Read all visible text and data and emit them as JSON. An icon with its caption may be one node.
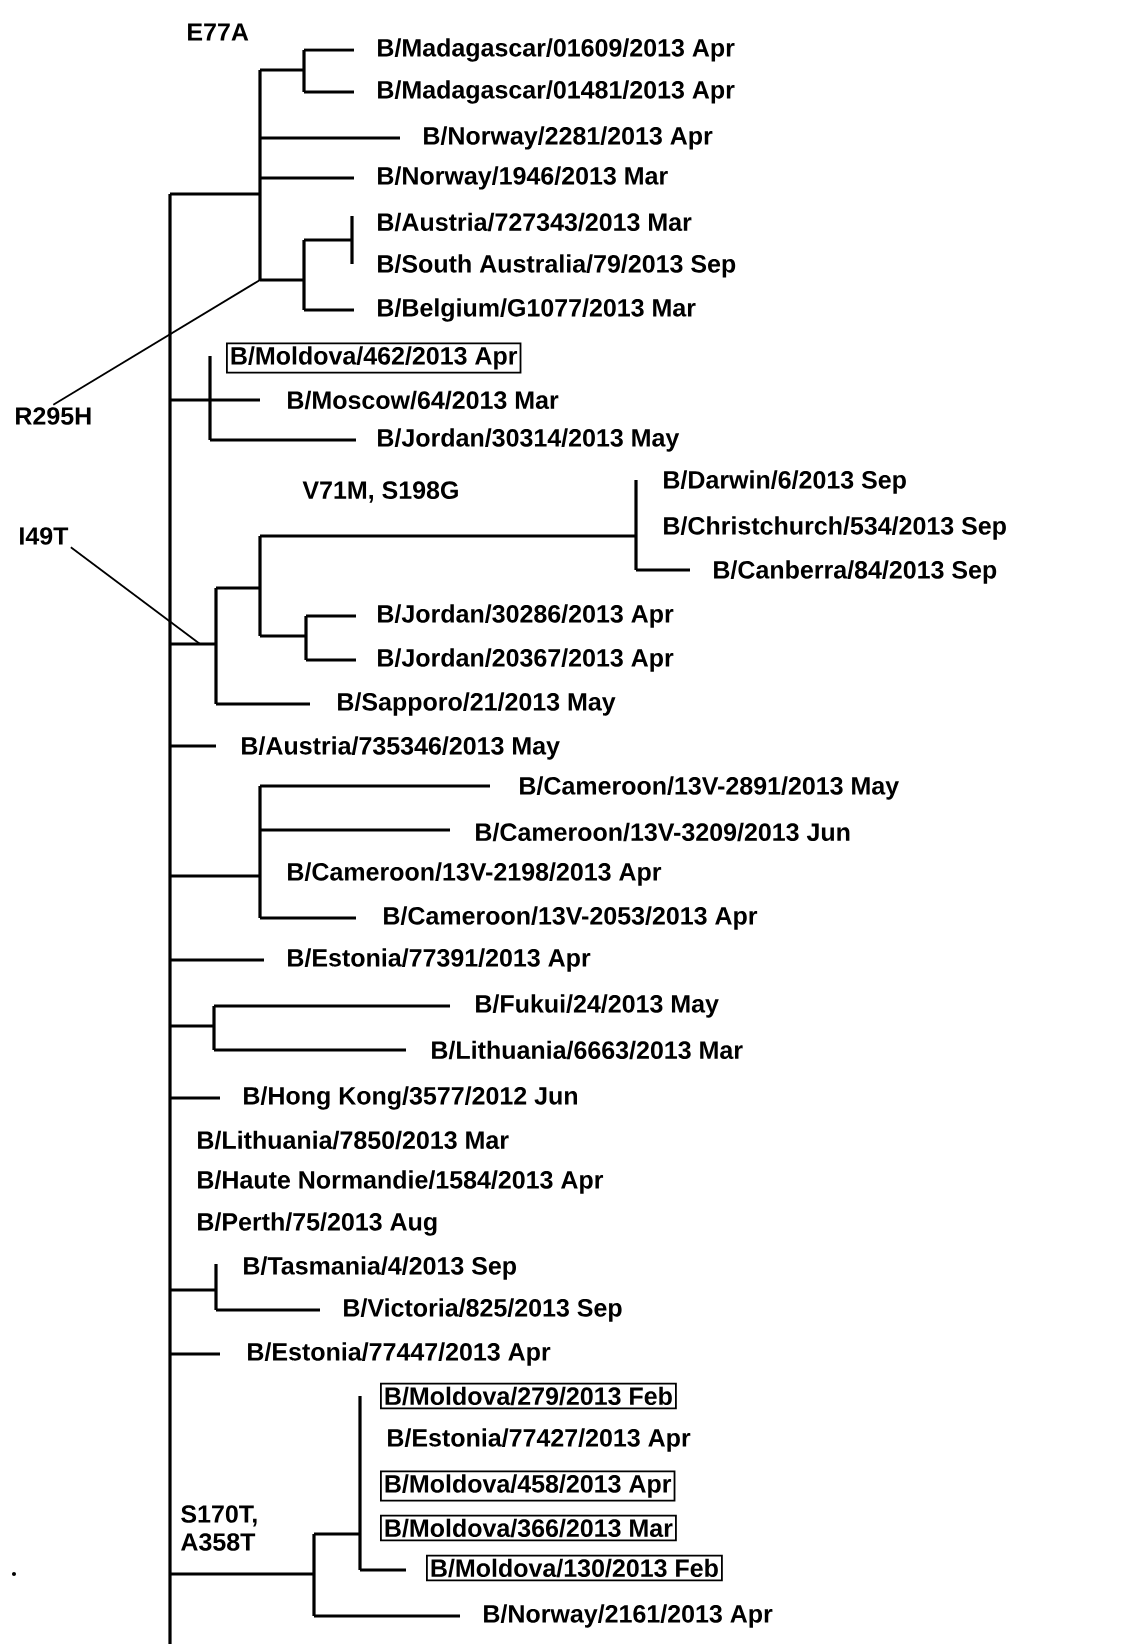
{
  "diagram": {
    "nodes": [
      {
        "text": [
          "B/Moldova/462/2013 Apr"
        ]
      },
      {
        "text": [
          "R295H"
        ]
      },
      {
        "text": [
          "I49T"
        ]
      },
      {
        "text": [
          "B/Moldova/279/2013 Feb"
        ]
      },
      {
        "text": [
          "B/Moldova/458/2013 Apr"
        ]
      },
      {
        "text": [
          "B/Moldova/366/2013 Mar"
        ]
      },
      {
        "text": [
          "B/Moldova/130/2013 Feb"
        ]
      }
    ],
    "edges": [
      {
        "from": 1,
        "to": null,
        "arrow": "none"
      },
      {
        "from": 2,
        "to": null,
        "arrow": "none"
      }
    ],
    "labels": [
      "E77A",
      "B/Madagascar/01609/2013 Apr",
      "B/Madagascar/01481/2013 Apr",
      "B/Norway/2281/2013 Apr",
      "B/Norway/1946/2013 Mar",
      "B/Austria/727343/2013 Mar",
      "B/South Australia/79/2013 Sep",
      "B/Belgium/G1077/2013 Mar",
      "B/Moscow/64/2013 Mar",
      "B/Jordan/30314/2013 May",
      "V71M, S198G",
      "B/Darwin/6/2013 Sep",
      "B/Christchurch/534/2013 Sep",
      "B/Canberra/84/2013 Sep",
      "B/Jordan/30286/2013 Apr",
      "B/Jordan/20367/2013 Apr",
      "B/Sapporo/21/2013 May",
      "B/Austria/735346/2013 May",
      "B/Cameroon/13V-2891/2013 May",
      "B/Cameroon/13V-3209/2013 Jun",
      "B/Cameroon/13V-2198/2013 Apr",
      "B/Cameroon/13V-2053/2013 Apr",
      "B/Estonia/77391/2013 Apr",
      "B/Fukui/24/2013 May",
      "B/Lithuania/6663/2013 Mar",
      "B/Hong Kong/3577/2012 Jun",
      "B/Lithuania/7850/2013 Mar",
      "B/Haute Normandie/1584/2013 Apr",
      "B/Perth/75/2013 Aug",
      "B/Tasmania/4/2013 Sep",
      "B/Victoria/825/2013 Sep",
      "B/Estonia/77447/2013 Apr",
      "B/Estonia/77427/2013 Apr",
      "S170T, A358T",
      "B/Norway/2161/2013 Apr"
    ]
  }
}
